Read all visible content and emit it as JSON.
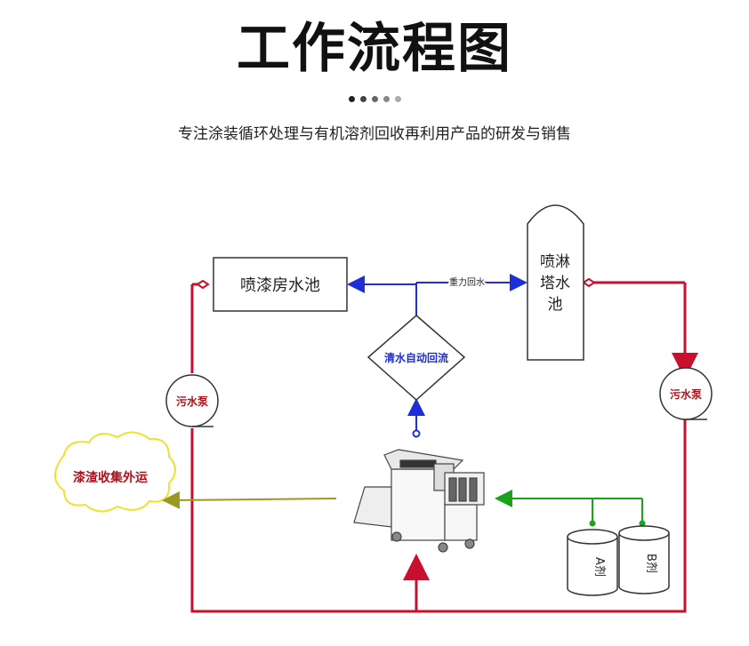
{
  "header": {
    "title": "工作流程图",
    "subtitle": "专注涂装循环处理与有机溶剂回收再利用产品的研发与销售",
    "dots": [
      "#222222",
      "#444444",
      "#666666",
      "#888888",
      "#aaaaaa"
    ]
  },
  "diagram": {
    "spray_pool_label": "喷漆房水池",
    "tower_label_lines": [
      "喷淋",
      "塔水",
      "池"
    ],
    "gravity_label": "重力回水",
    "auto_return_label": "清水自动回流",
    "pump_left_label": "污水泵",
    "pump_right_label": "污水泵",
    "waste_label": "漆渣收集外运",
    "tank_a_label": "A剂",
    "tank_b_label": "B剂"
  },
  "colors": {
    "red": "#c8102e",
    "blue": "#1f2fd6",
    "green": "#1aa31a",
    "olive": "#9a9a20",
    "cloud_border": "#f0e030",
    "pump_text": "#b0101a"
  }
}
